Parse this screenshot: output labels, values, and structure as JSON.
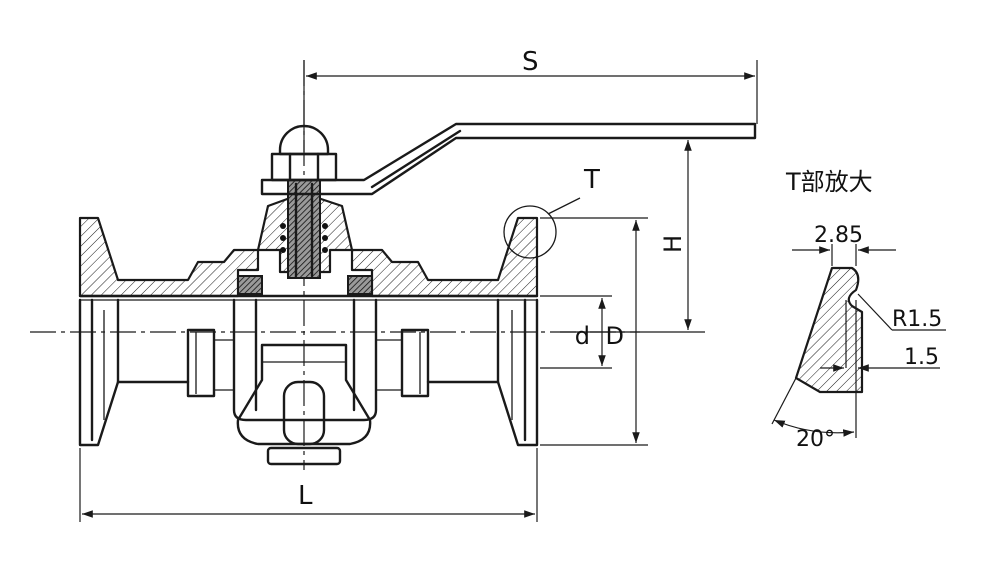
{
  "labels": {
    "S": "S",
    "T": "T",
    "H": "H",
    "d": "d",
    "D": "D",
    "L": "L"
  },
  "detail": {
    "title": "T部放大",
    "width": "2.85",
    "radius": "R1.5",
    "depth": "1.5",
    "angle": "20°"
  }
}
